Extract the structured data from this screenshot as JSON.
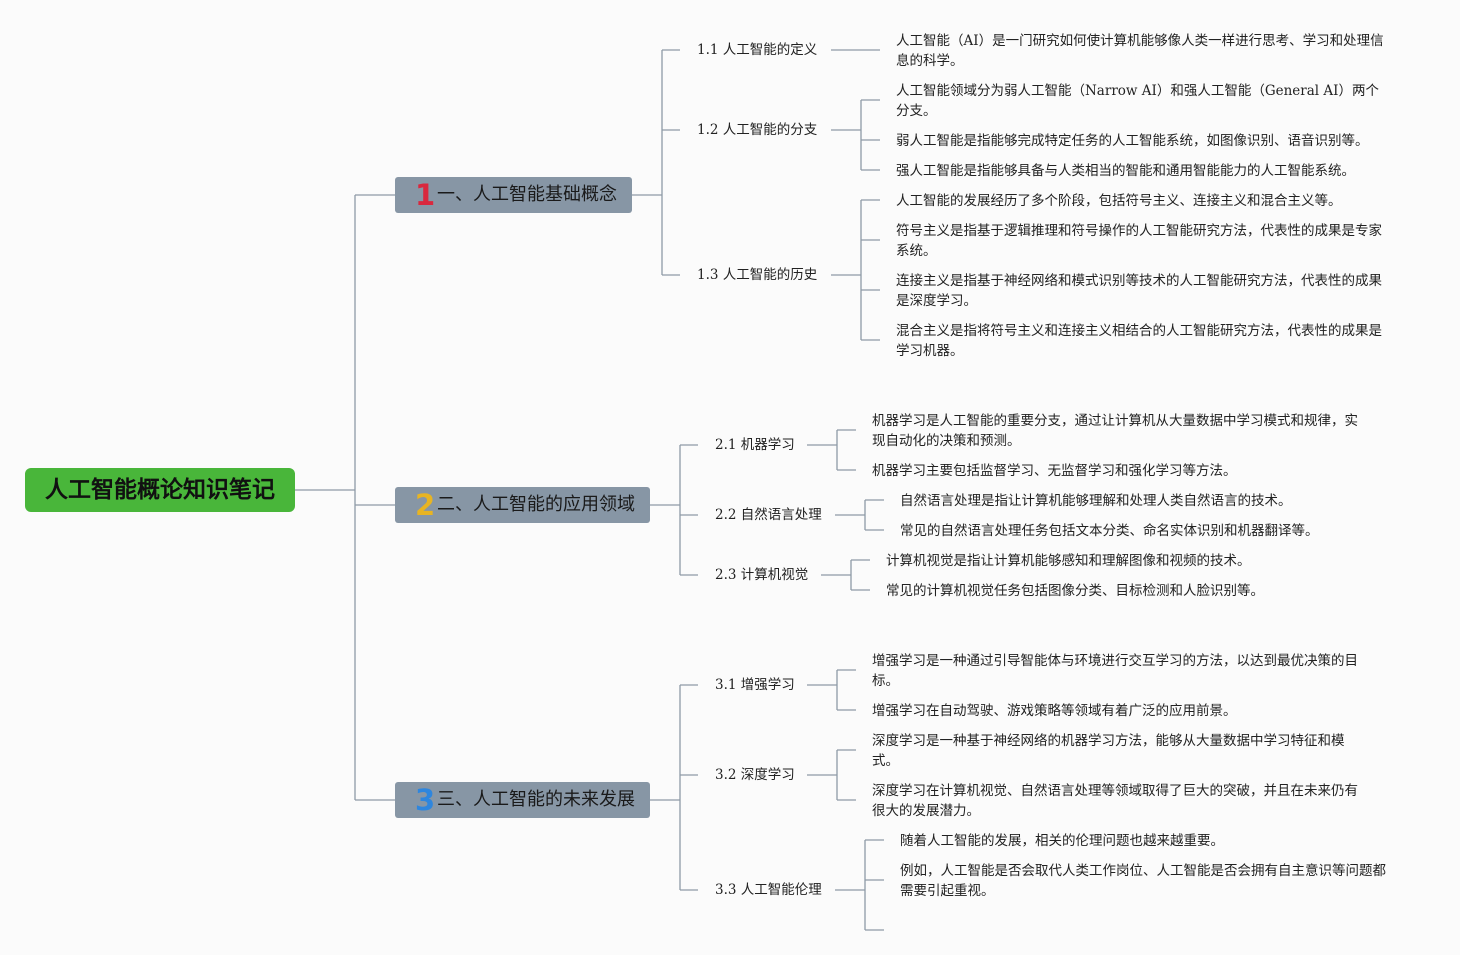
{
  "root": {
    "title": "人工智能概论知识笔记",
    "color": "#49b63a"
  },
  "branches": [
    {
      "number": "1",
      "number_color": "#d9283e",
      "title": "一、人工智能基础概念",
      "subtopics": [
        {
          "label": "1.1 人工智能的定义",
          "notes": [
            "人工智能（AI）是一门研究如何使计算机能够像人类一样进行思考、学习和处理信息的科学。"
          ]
        },
        {
          "label": "1.2 人工智能的分支",
          "notes": [
            "人工智能领域分为弱人工智能（Narrow AI）和强人工智能（General AI）两个分支。",
            "弱人工智能是指能够完成特定任务的人工智能系统，如图像识别、语音识别等。",
            "强人工智能是指能够具备与人类相当的智能和通用智能能力的人工智能系统。"
          ]
        },
        {
          "label": "1.3 人工智能的历史",
          "notes": [
            "人工智能的发展经历了多个阶段，包括符号主义、连接主义和混合主义等。",
            "符号主义是指基于逻辑推理和符号操作的人工智能研究方法，代表性的成果是专家系统。",
            "连接主义是指基于神经网络和模式识别等技术的人工智能研究方法，代表性的成果是深度学习。",
            "混合主义是指将符号主义和连接主义相结合的人工智能研究方法，代表性的成果是学习机器。"
          ]
        }
      ]
    },
    {
      "number": "2",
      "number_color": "#e8b422",
      "title": "二、人工智能的应用领域",
      "subtopics": [
        {
          "label": "2.1 机器学习",
          "notes": [
            "机器学习是人工智能的重要分支，通过让计算机从大量数据中学习模式和规律，实现自动化的决策和预测。",
            "机器学习主要包括监督学习、无监督学习和强化学习等方法。"
          ]
        },
        {
          "label": "2.2 自然语言处理",
          "notes": [
            "自然语言处理是指让计算机能够理解和处理人类自然语言的技术。",
            "常见的自然语言处理任务包括文本分类、命名实体识别和机器翻译等。"
          ]
        },
        {
          "label": "2.3 计算机视觉",
          "notes": [
            "计算机视觉是指让计算机能够感知和理解图像和视频的技术。",
            "常见的计算机视觉任务包括图像分类、目标检测和人脸识别等。"
          ]
        }
      ]
    },
    {
      "number": "3",
      "number_color": "#2e86de",
      "title": "三、人工智能的未来发展",
      "subtopics": [
        {
          "label": "3.1 增强学习",
          "notes": [
            "增强学习是一种通过引导智能体与环境进行交互学习的方法，以达到最优决策的目标。",
            "增强学习在自动驾驶、游戏策略等领域有着广泛的应用前景。"
          ]
        },
        {
          "label": "3.2 深度学习",
          "notes": [
            "深度学习是一种基于神经网络的机器学习方法，能够从大量数据中学习特征和模式。",
            "深度学习在计算机视觉、自然语言处理等领域取得了巨大的突破，并且在未来仍有很大的发展潜力。"
          ]
        },
        {
          "label": "3.3 人工智能伦理",
          "notes": [
            "随着人工智能的发展，相关的伦理问题也越来越重要。",
            "例如，人工智能是否会取代人类工作岗位、人工智能是否会拥有自主意识等问题都需要引起重视。",
            ""
          ]
        }
      ]
    }
  ]
}
